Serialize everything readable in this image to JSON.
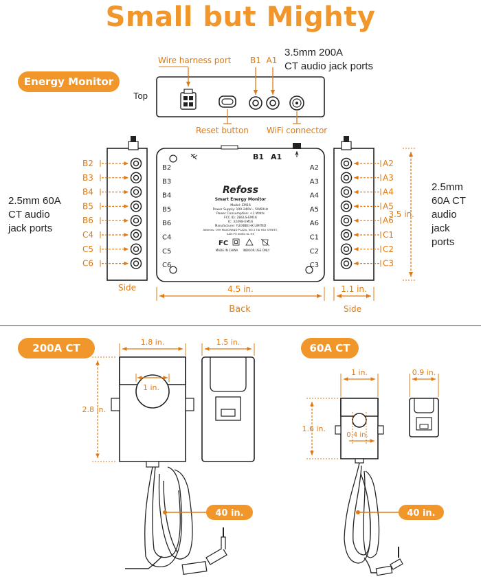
{
  "title": "Small but Mighty",
  "energy_monitor": {
    "badge": "Energy Monitor",
    "top_label": "Top",
    "wire_harness": "Wire harness port",
    "b1_a1": "B1  A1",
    "ct_200a_ports": [
      "3.5mm 200A",
      "CT audio jack ports"
    ],
    "reset_button": "Reset button",
    "wifi_connector": "WiFi connector",
    "left_ports_label": [
      "2.5mm 60A",
      "CT audio",
      "jack ports"
    ],
    "right_ports_label": [
      "2.5mm",
      "60A CT",
      "audio",
      "jack",
      "ports"
    ],
    "left_ports": [
      "B2",
      "B3",
      "B4",
      "B5",
      "B6",
      "C4",
      "C5",
      "C6"
    ],
    "right_ports": [
      "A2",
      "A3",
      "A4",
      "A5",
      "A6",
      "C1",
      "C2",
      "C3"
    ],
    "back_left_labels": [
      "B2",
      "B3",
      "B4",
      "B5",
      "B6",
      "C4",
      "C5",
      "C6"
    ],
    "back_right_labels": [
      "A2",
      "A3",
      "A4",
      "A5",
      "A6",
      "C1",
      "C2",
      "C3"
    ],
    "back_top_labels": [
      "B1",
      "A1"
    ],
    "side_label": "Side",
    "back_label": "Back",
    "width_dim": "4.5 in.",
    "height_dim": "3.5 in.",
    "depth_dim": "1.1 in.",
    "label_plate": {
      "brand": "Refoss",
      "product": "Smart Energy Monitor",
      "model": "Model: EM16",
      "power_supply": "Power Supply: 100-240V~ 50/60Hz",
      "consumption": "Power Consumption: <1 Watts",
      "fcc": "FCC ID: 2BGLS-EM16",
      "ic": "IC: 32498-EM16",
      "manufacturer": "Manufacturer: FLEXBEE HK LIMITED",
      "address_1": "Address: 19H MAXGRAND PLAZA, NO.3 TAI YAU STREET,",
      "address_2": "SAN PO KONG KL HK",
      "made_in": "MADE IN CHINA",
      "indoor": "INDOOR USE ONLY",
      "fc_mark": "FC"
    }
  },
  "ct200": {
    "badge": "200A CT",
    "width_dim": "1.8 in.",
    "depth_dim": "1.5 in.",
    "hole_dim": "1 in.",
    "height_dim": "2.8 in.",
    "cable_dim": "40 in."
  },
  "ct60": {
    "badge": "60A CT",
    "width_dim": "1 in.",
    "depth_dim": "0.9 in.",
    "hole_dim": "0.4 in.",
    "height_dim": "1.6 in.",
    "cable_dim": "40 in."
  },
  "colors": {
    "accent": "#f0962a",
    "line": "#222222",
    "background": "#ffffff"
  }
}
